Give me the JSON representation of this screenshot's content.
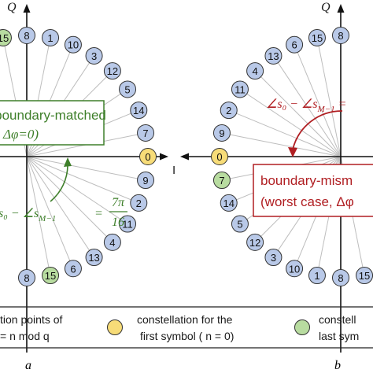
{
  "colors": {
    "blue_fill": "#b9c9e8",
    "yellow_fill": "#f7dc78",
    "green_fill": "#b8dca0",
    "green_text": "#3e7f2a",
    "red_text": "#b01e22",
    "ray": "#bdbdbd"
  },
  "panel_a": {
    "axis_q": "Q",
    "axis_i": "I",
    "first_symbol_index": "0",
    "last_symbol_index": "15",
    "box_line1": "boundary-matched",
    "box_line2": "Δφ=0)",
    "angle_expr": "s₀ − ∠s",
    "angle_sub": "M−1",
    "angle_eq": "=",
    "angle_num": "7π",
    "angle_den": "16",
    "caption": "a",
    "points": [
      {
        "n": "0",
        "idx": 0
      },
      {
        "n": "9",
        "idx": 15
      },
      {
        "n": "2",
        "idx": 14
      },
      {
        "n": "11",
        "idx": 13
      },
      {
        "n": "4",
        "idx": 12
      },
      {
        "n": "13",
        "idx": 11
      },
      {
        "n": "6",
        "idx": 10
      },
      {
        "n": "15",
        "idx": 9
      },
      {
        "n": "8",
        "idx": 8
      },
      {
        "n": "8",
        "idx": 24
      },
      {
        "n": "1",
        "idx": 23
      },
      {
        "n": "10",
        "idx": 22
      },
      {
        "n": "3",
        "idx": 21
      },
      {
        "n": "12",
        "idx": 20
      },
      {
        "n": "5",
        "idx": 19
      },
      {
        "n": "14",
        "idx": 18
      },
      {
        "n": "7",
        "idx": 17
      },
      {
        "n": "15",
        "idx": 25
      }
    ]
  },
  "panel_b": {
    "axis_q": "Q",
    "first_symbol_index": "0",
    "last_symbol_index": "7",
    "box_line1": "boundary-mism",
    "box_line2": "(worst case, Δφ",
    "angle_expr": "∠s₀ − ∠s",
    "angle_sub": "M−1",
    "angle_eq": "=",
    "caption": "b",
    "points": [
      {
        "n": "8"
      },
      {
        "n": "15"
      },
      {
        "n": "6"
      },
      {
        "n": "13"
      },
      {
        "n": "4"
      },
      {
        "n": "11"
      },
      {
        "n": "2"
      },
      {
        "n": "9"
      },
      {
        "n": "0"
      },
      {
        "n": "7"
      },
      {
        "n": "14"
      },
      {
        "n": "5"
      },
      {
        "n": "12"
      },
      {
        "n": "3"
      },
      {
        "n": "10"
      },
      {
        "n": "1"
      },
      {
        "n": "8"
      },
      {
        "n": "15"
      }
    ]
  },
  "legend": {
    "item1_line1": "tion points of",
    "item1_line2": "= n mod q",
    "item2_line1": "constellation for the",
    "item2_line2": "first symbol ( n = 0)",
    "item3_line1": "constell",
    "item3_line2": "last sym"
  }
}
